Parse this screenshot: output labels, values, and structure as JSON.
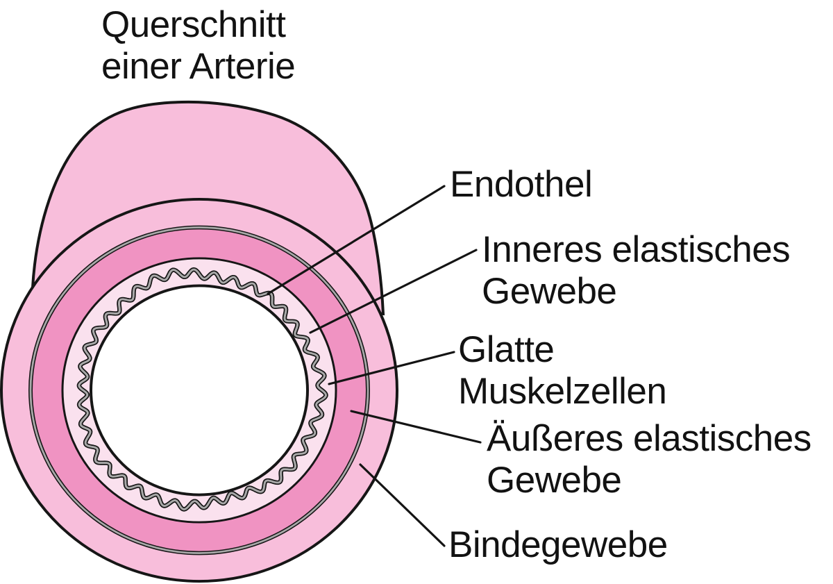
{
  "title": {
    "line1": "Querschnitt",
    "line2": "einer Arterie"
  },
  "labels": {
    "endothel": "Endothel",
    "inneres_line1": "Inneres elastisches",
    "inneres_line2": "Gewebe",
    "glatte_line1": "Glatte",
    "glatte_line2": "Muskelzellen",
    "aeusseres_line1": "Äußeres elastisches",
    "aeusseres_line2": "Gewebe",
    "bindegewebe": "Bindegewebe"
  },
  "colors": {
    "outline": "#161616",
    "tube_body": "#F8BEDB",
    "ring_bindegewebe": "#F8BEDB",
    "ring_muscle": "#F093C2",
    "ring_intima": "#FAE1EE",
    "elastic_gray": "#A9A9A9",
    "lumen": "#ffffff",
    "pointer_line": "#141414",
    "text": "#121212"
  }
}
